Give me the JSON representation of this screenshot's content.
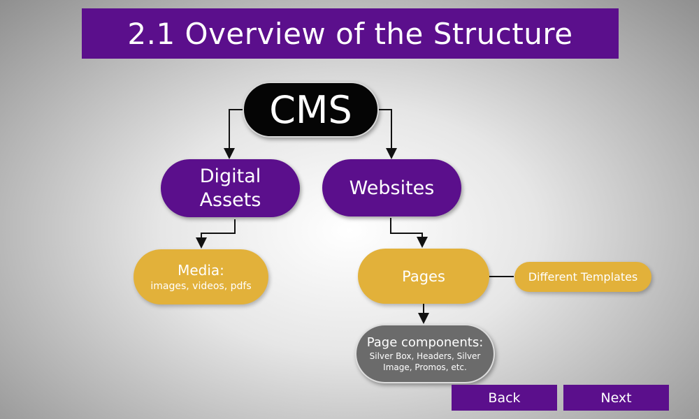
{
  "title": "2.1 Overview of the Structure",
  "nodes": {
    "cms": "CMS",
    "digital_assets": [
      "Digital",
      "Assets"
    ],
    "websites": "Websites",
    "media": {
      "heading": "Media:",
      "detail": "images, videos, pdfs"
    },
    "pages": "Pages",
    "templates": "Different Templates",
    "components": {
      "heading": "Page components:",
      "detail_lines": [
        "Silver Box, Headers, Silver",
        "Image, Promos, etc."
      ]
    }
  },
  "navigation": {
    "back_label": "Back",
    "next_label": "Next"
  },
  "colors": {
    "purple": "#5b0f8c",
    "gold": "#e2b13a",
    "black": "#050505",
    "gray": "#6b6b6b"
  }
}
